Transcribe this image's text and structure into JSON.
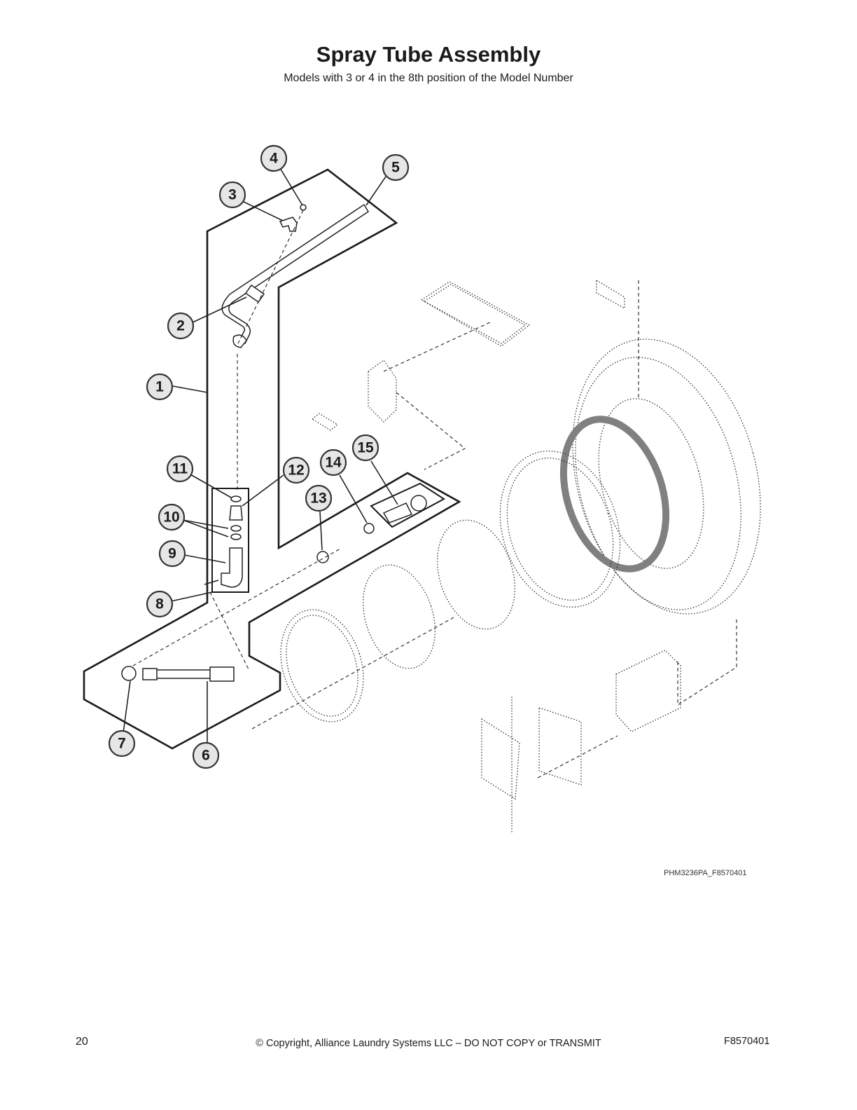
{
  "header": {
    "title": "Spray Tube Assembly",
    "subtitle": "Models with 3 or 4 in the 8th position of the Model Number"
  },
  "diagram": {
    "callouts": [
      "1",
      "2",
      "3",
      "4",
      "5",
      "6",
      "7",
      "8",
      "9",
      "10",
      "11",
      "12",
      "13",
      "14",
      "15"
    ],
    "reference_code": "PHM3236PA_F8570401"
  },
  "footer": {
    "page_number": "20",
    "copyright": "© Copyright, Alliance Laundry Systems LLC – DO NOT COPY or TRANSMIT",
    "document_number": "F8570401"
  }
}
